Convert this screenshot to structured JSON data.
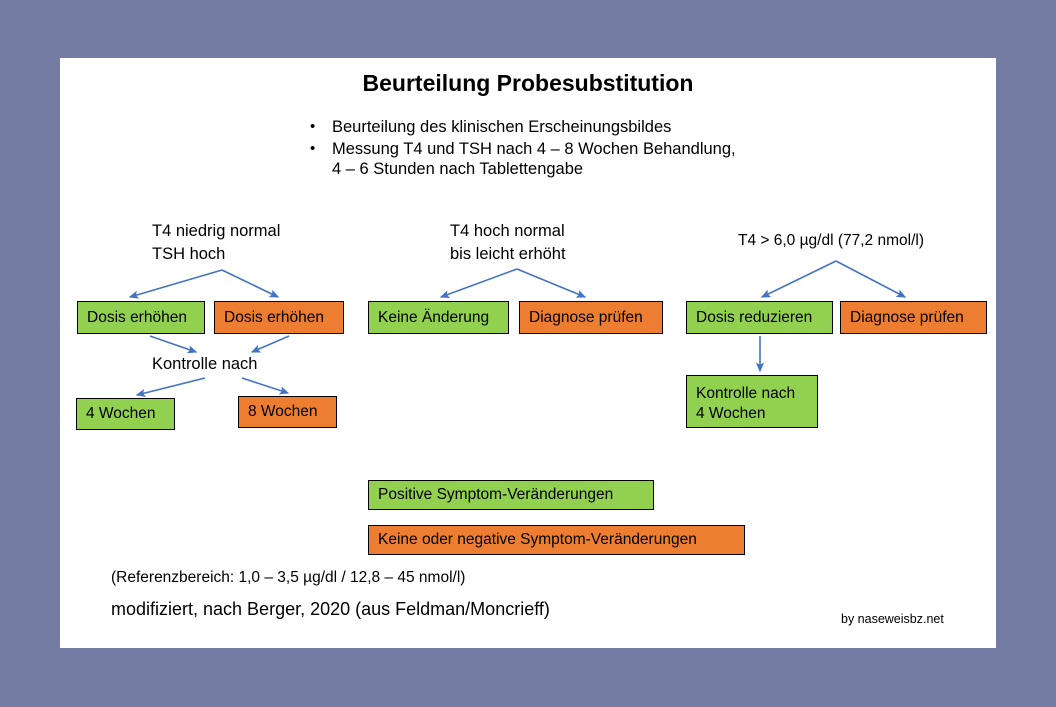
{
  "page": {
    "background_color": "#757CA3",
    "card_color": "#FFFFFF",
    "accent_green": "#92D050",
    "accent_orange": "#ED7D31",
    "arrow_color": "#4472C4"
  },
  "header": {
    "title": "Beurteilung Probesubstitution"
  },
  "bullets": [
    {
      "marker": "•",
      "text": "Beurteilung des klinischen Erscheinungsbildes"
    },
    {
      "marker": "•",
      "text": "Messung T4 und TSH nach 4 – 8 Wochen Behandlung,\n4 – 6 Stunden nach Tablettengabe"
    }
  ],
  "branches": {
    "left": {
      "condition": "T4 niedrig normal\nTSH hoch",
      "options": [
        {
          "label": "Dosis erhöhen",
          "color": "green"
        },
        {
          "label": "Dosis erhöhen",
          "color": "orange"
        }
      ],
      "followup_label": "Kontrolle nach",
      "followup_options": [
        {
          "label": "4 Wochen",
          "color": "green"
        },
        {
          "label": "8 Wochen",
          "color": "orange"
        }
      ]
    },
    "middle": {
      "condition": "T4 hoch normal\nbis leicht erhöht",
      "options": [
        {
          "label": "Keine Änderung",
          "color": "green"
        },
        {
          "label": "Diagnose prüfen",
          "color": "orange"
        }
      ]
    },
    "right": {
      "condition": "T4 > 6,0 µg/dl (77,2 nmol/l)",
      "options": [
        {
          "label": "Dosis reduzieren",
          "color": "green"
        },
        {
          "label": "Diagnose prüfen",
          "color": "orange"
        }
      ],
      "followup": {
        "label": "Kontrolle nach\n4 Wochen",
        "color": "green"
      }
    }
  },
  "legend": [
    {
      "label": "Positive Symptom-Veränderungen",
      "color": "green"
    },
    {
      "label": "Keine oder negative Symptom-Veränderungen",
      "color": "orange"
    }
  ],
  "footer": {
    "reference_range": "(Referenzbereich: 1,0 – 3,5 µg/dl / 12,8 – 45 nmol/l)",
    "source": "modifiziert, nach Berger, 2020 (aus Feldman/Moncrieff)",
    "attribution": "by naseweisbz.net"
  }
}
